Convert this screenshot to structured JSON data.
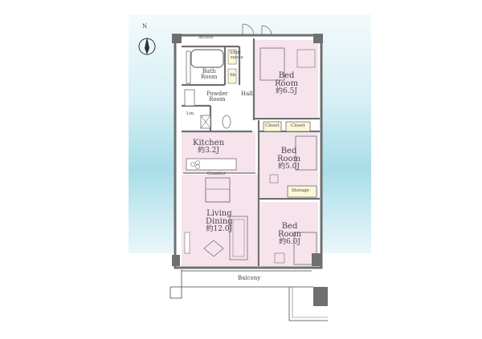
{
  "compass": {
    "label": "N"
  },
  "rooms": {
    "bed1": {
      "name_line1": "Bed",
      "name_line2": "Room",
      "area": "約6.5J"
    },
    "bed2": {
      "name_line1": "Bed",
      "name_line2": "Room",
      "area": "約5.0J"
    },
    "bed3": {
      "name_line1": "Bed",
      "name_line2": "Room",
      "area": "約6.0J"
    },
    "kitchen": {
      "name": "Kitchen",
      "area": "約3.2J"
    },
    "living": {
      "name_line1": "Living",
      "name_line2": "Dining",
      "area": "約12.0J"
    },
    "bath": {
      "name_line1": "Bath",
      "name_line2": "Room"
    },
    "powder": {
      "name_line1": "Powder",
      "name_line2": "Room"
    },
    "hall": {
      "name": "Hall"
    },
    "entrance": {
      "name_line1": "Ent",
      "name_line2": "rance"
    },
    "closet1": {
      "name": "Closet"
    },
    "closet2": {
      "name": "Closet"
    },
    "storage": {
      "name": "Storage"
    },
    "alcove": {
      "name": "Alcove"
    },
    "balcony": {
      "name": "Balcony"
    },
    "counter": {
      "name": "Counter"
    },
    "linen": {
      "name": "Lin."
    },
    "shoe1": {
      "name": "S"
    },
    "shoe2": {
      "name": "Sh"
    }
  },
  "colors": {
    "room_fill": "#f6e3ec",
    "wall": "#6f6f6f",
    "sky_top": "#e8f5f8",
    "sky_mid": "#a8dde8"
  }
}
